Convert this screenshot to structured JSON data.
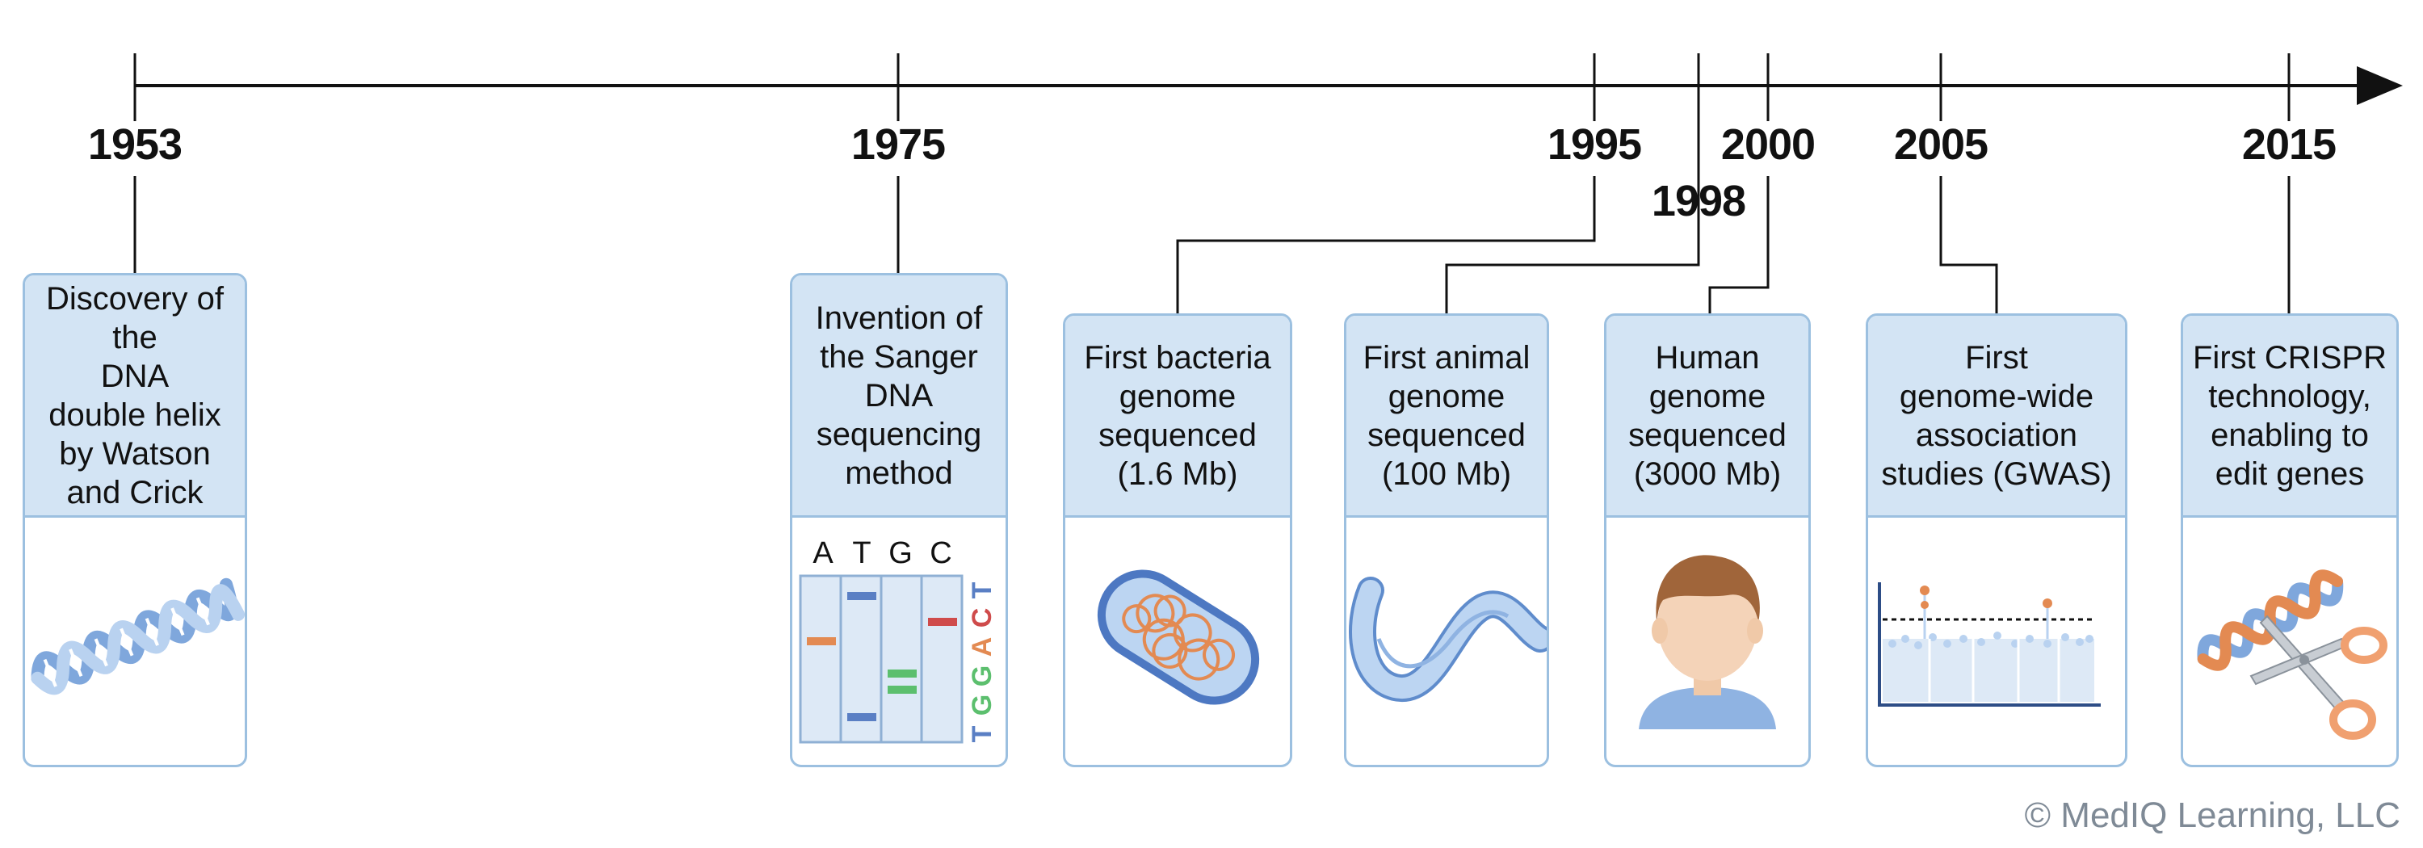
{
  "timeline": {
    "years": [
      "1953",
      "1975",
      "1995",
      "1998",
      "2000",
      "2005",
      "2015"
    ]
  },
  "events": [
    {
      "id": "dna-helix",
      "year": "1953",
      "text": "Discovery of the\nDNA\ndouble helix\nby Watson\nand Crick",
      "icon": "dna-double-helix-icon"
    },
    {
      "id": "sanger",
      "year": "1975",
      "text": "Invention of\nthe Sanger\nDNA\nsequencing\nmethod",
      "icon": "sequencing-gel-icon"
    },
    {
      "id": "bacteria",
      "year": "1995",
      "text": "First bacteria\ngenome\nsequenced\n(1.6 Mb)",
      "icon": "bacterium-icon"
    },
    {
      "id": "animal",
      "year": "1998",
      "text": "First animal\ngenome\nsequenced\n(100 Mb)",
      "icon": "worm-icon"
    },
    {
      "id": "human",
      "year": "2000",
      "text": "Human\ngenome\nsequenced\n(3000 Mb)",
      "icon": "human-icon"
    },
    {
      "id": "gwas",
      "year": "2005",
      "text": "First\ngenome-wide\nassociation\nstudies (GWAS)",
      "icon": "manhattan-plot-icon"
    },
    {
      "id": "crispr",
      "year": "2015",
      "text": "First CRISPR\ntechnology,\nenabling to\nedit genes",
      "icon": "crispr-scissors-icon"
    }
  ],
  "sanger_gel": {
    "bases": [
      "A",
      "T",
      "G",
      "C"
    ],
    "read_sequence": [
      "T",
      "G",
      "G",
      "A",
      "C",
      "T"
    ]
  },
  "colors": {
    "axis": "#111111",
    "card_border": "#9cc0e0",
    "card_header": "#d3e4f4",
    "base_A": "#e38a52",
    "base_T": "#5a7fc4",
    "base_G": "#5cbf6e",
    "base_C": "#cf4b4b",
    "copyright": "#7f8a96"
  },
  "copyright": "© MedIQ Learning, LLC"
}
